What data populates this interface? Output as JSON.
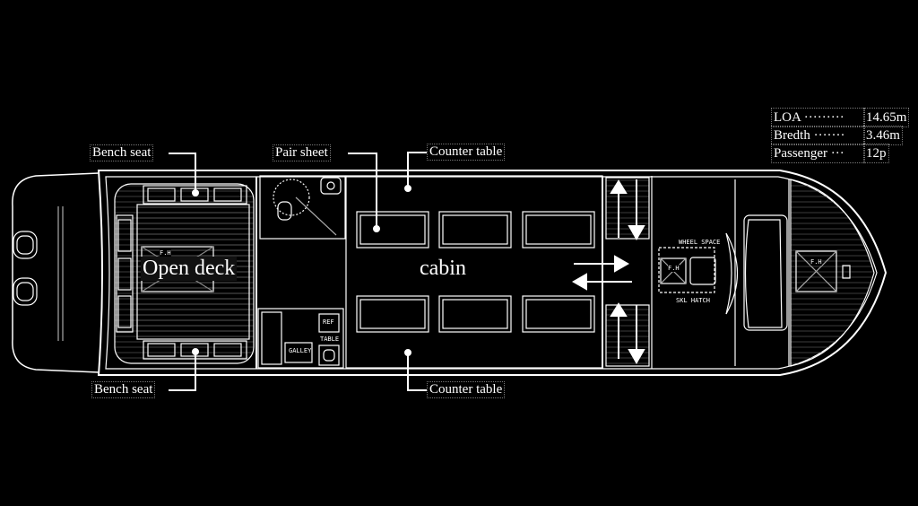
{
  "labels": {
    "bench_seat_top": "Bench seat",
    "bench_seat_bottom": "Bench seat",
    "pair_sheet": "Pair sheet",
    "counter_table_top": "Counter table",
    "counter_table_bottom": "Counter table",
    "open_deck": "Open deck",
    "cabin": "cabin"
  },
  "plan_text": {
    "wheel_space": "WHEEL SPACE",
    "skl_hatch": "SKL HATCH",
    "fh": "F.H",
    "ref": "REF",
    "table": "TABLE",
    "galley": "GALLEY"
  },
  "specs": [
    {
      "key": "LOA ·········",
      "value": "14.65m"
    },
    {
      "key": "Bredth ·······",
      "value": "3.46m"
    },
    {
      "key": "Passenger ···",
      "value": "12p"
    }
  ],
  "colors": {
    "background": "#000000",
    "line": "#ffffff"
  }
}
